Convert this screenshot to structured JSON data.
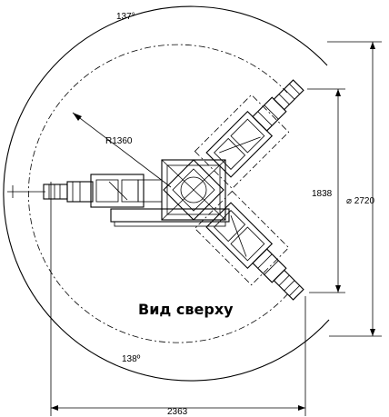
{
  "labels": {
    "angle_top": "137°",
    "angle_bottom": "138º",
    "radius": "R1360",
    "diameter": "⌀ 2720",
    "height": "1838",
    "width": "2363",
    "view_title": "Вид сверху"
  },
  "colors": {
    "line": "#000000",
    "background": "#ffffff"
  }
}
